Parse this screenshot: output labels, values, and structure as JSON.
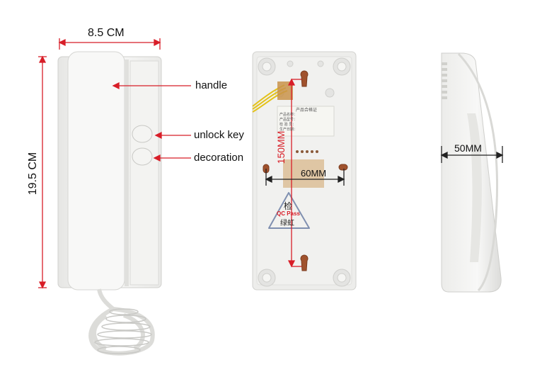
{
  "dimensions": {
    "width": "8.5 CM",
    "height": "19.5 CM",
    "hole_vertical": "150MM",
    "hole_horizontal": "60MM",
    "depth": "50MM"
  },
  "callouts": {
    "handle": "handle",
    "unlock_key": "unlock key",
    "decoration": "decoration"
  },
  "label_sticker": {
    "header": "产品合格证",
    "lines": [
      "产品名称：",
      "产品型号：",
      "检 验 员：",
      "生产日期："
    ]
  },
  "qc_badge": {
    "top_char": "检",
    "text": "QC Pass",
    "bottom_chars": "绿虹"
  },
  "colors": {
    "dimension_red": "#d81e28",
    "body_white": "#f7f7f5",
    "back_plate": "#ededeb"
  }
}
